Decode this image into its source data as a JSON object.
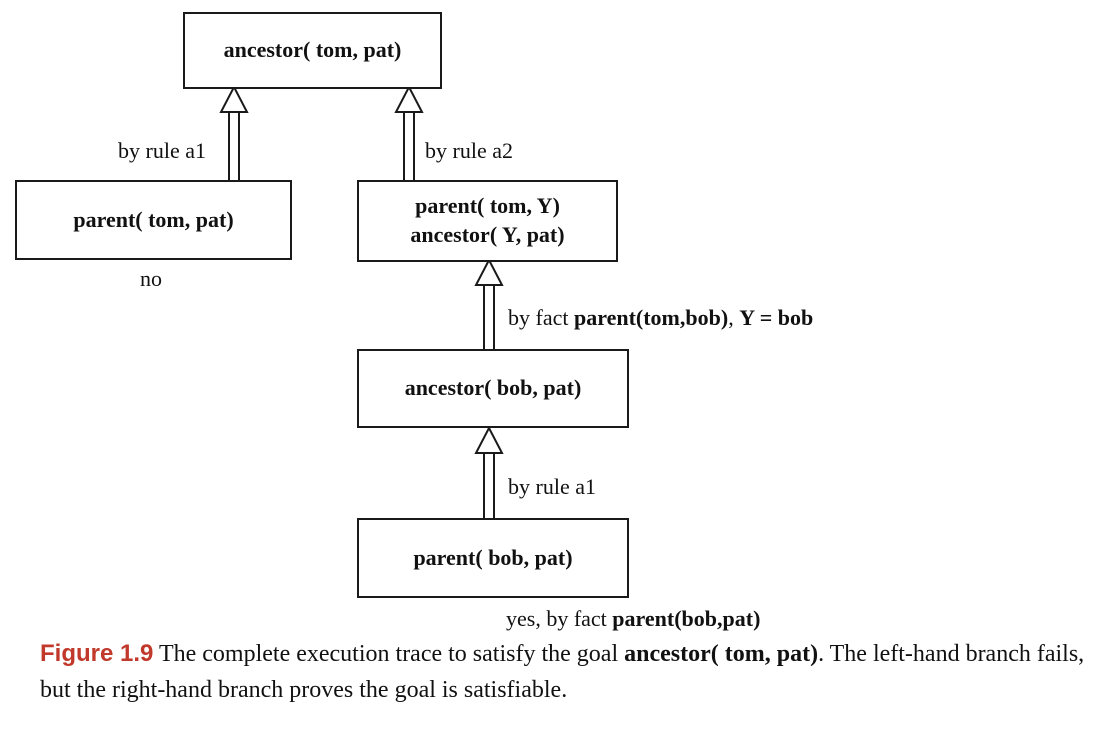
{
  "nodes": {
    "root": "ancestor( tom, pat)",
    "left": "parent( tom, pat)",
    "mid_line1": "parent( tom, Y)",
    "mid_line2": "ancestor( Y, pat)",
    "lower": "ancestor( bob, pat)",
    "bottom": "parent( bob, pat)"
  },
  "edges": {
    "left_rule": "by rule a1",
    "right_rule": "by rule a2",
    "fact_prefix": "by fact",
    "fact_term": "parent(tom,bob)",
    "fact_sep": ",",
    "fact_binding": "Y = bob",
    "lower_rule": "by rule a1"
  },
  "results": {
    "left": "no",
    "bottom_prefix": "yes, by fact",
    "bottom_term": "parent(bob,pat)"
  },
  "caption": {
    "figure_number": "Figure 1.9",
    "text_before": "The complete execution trace to satisfy the goal",
    "goal": "ancestor( tom, pat)",
    "text_after": ". The left-hand branch fails, but the right-hand branch proves the goal is satisfiable."
  }
}
